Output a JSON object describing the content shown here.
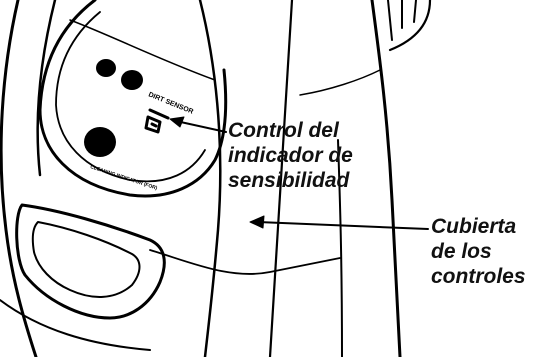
{
  "panel": {
    "dirt_sensor_label": "DIRT SENSOR",
    "lower_button_label": "CLEANING INDICATOR (FOR)"
  },
  "callouts": [
    {
      "lines": [
        "Control del",
        "indicador de",
        "sensibilidad"
      ]
    },
    {
      "lines": [
        "Cubierta",
        "de los",
        "controles"
      ]
    }
  ]
}
